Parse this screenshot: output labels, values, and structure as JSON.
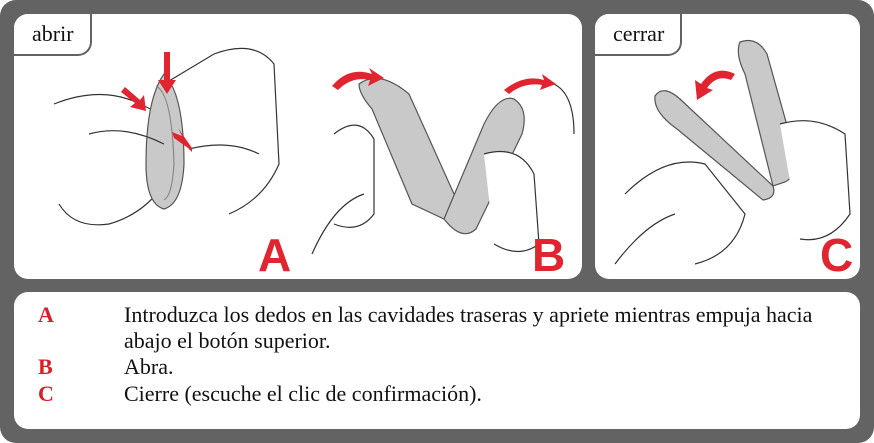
{
  "panels": {
    "open": {
      "tab_label": "abrir",
      "letter": "A",
      "letter_b": "B"
    },
    "close": {
      "tab_label": "cerrar",
      "letter": "C"
    }
  },
  "steps": [
    {
      "key": "A",
      "text": "Introduzca los dedos en las cavidades traseras y apriete mientras empuja hacia abajo el botón superior."
    },
    {
      "key": "B",
      "text": "Abra."
    },
    {
      "key": "C",
      "text": "Cierre (escuche el clic de confirmación)."
    }
  ],
  "colors": {
    "frame": "#636363",
    "accent": "#e12530",
    "device": "#c9c9c9"
  },
  "icons": [
    "hand-device-illustration",
    "arrow-icon"
  ]
}
